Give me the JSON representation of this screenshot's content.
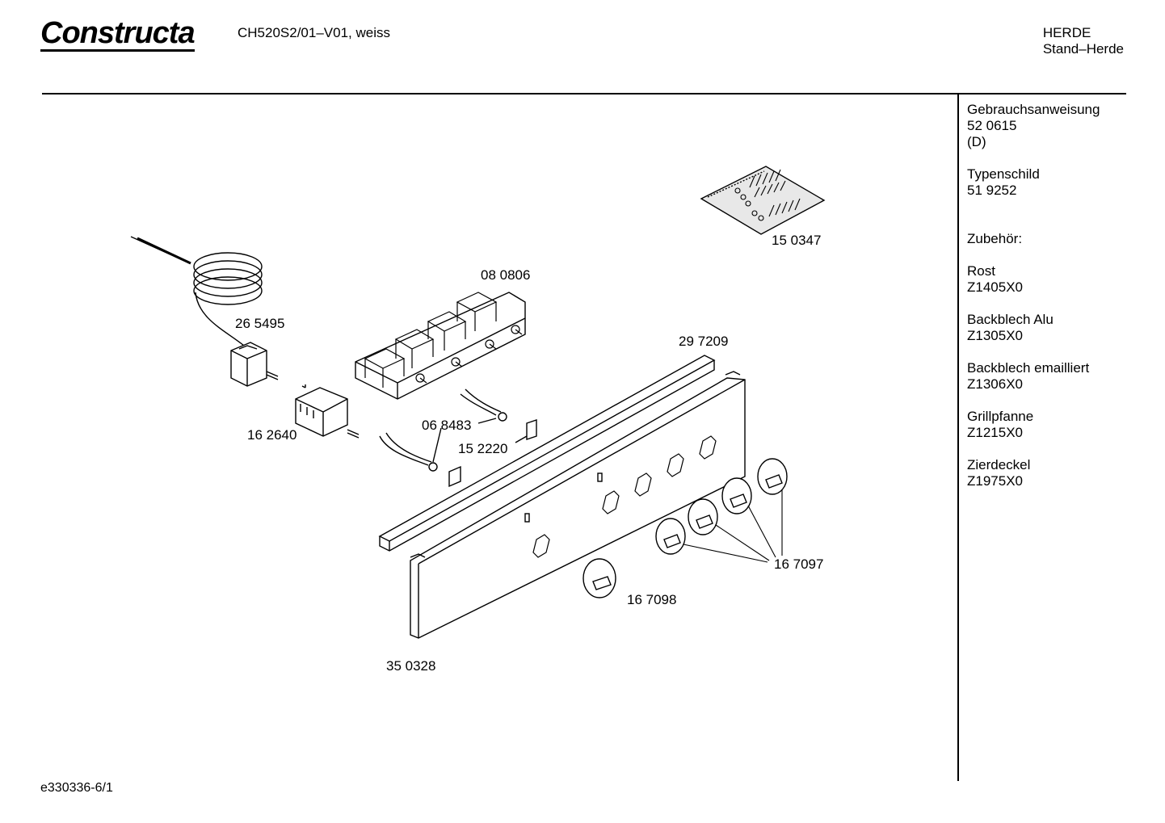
{
  "header": {
    "brand_logo": "Constructa",
    "model": "CH520S2/01–V01, weiss",
    "category_line1": "HERDE",
    "category_line2": "Stand–Herde"
  },
  "sidebar": {
    "items": [
      {
        "title": "Gebrauchsanweisung",
        "line2": "52 0615",
        "line3": "(D)"
      },
      {
        "title": "Typenschild",
        "line2": "51 9252"
      },
      {
        "title": "Zubehör:"
      },
      {
        "title": "Rost",
        "line2": "Z1405X0"
      },
      {
        "title": "Backblech Alu",
        "line2": "Z1305X0"
      },
      {
        "title": "Backblech emailliert",
        "line2": "Z1306X0"
      },
      {
        "title": "Grillpfanne",
        "line2": "Z1215X0"
      },
      {
        "title": "Zierdeckel",
        "line2": "Z1975X0"
      }
    ]
  },
  "parts": {
    "screw_bag": "15 0347",
    "terminal_block": "08 0806",
    "thermostat": "26 5495",
    "rail": "29 7209",
    "selector_switch": "16 2640",
    "wire_terminal": "06 8483",
    "clip": "15 2220",
    "knob_small": "16 7097",
    "knob_large": "16 7098",
    "control_panel": "35 0328"
  },
  "footer": {
    "doc_id": "e330336-6/1"
  }
}
